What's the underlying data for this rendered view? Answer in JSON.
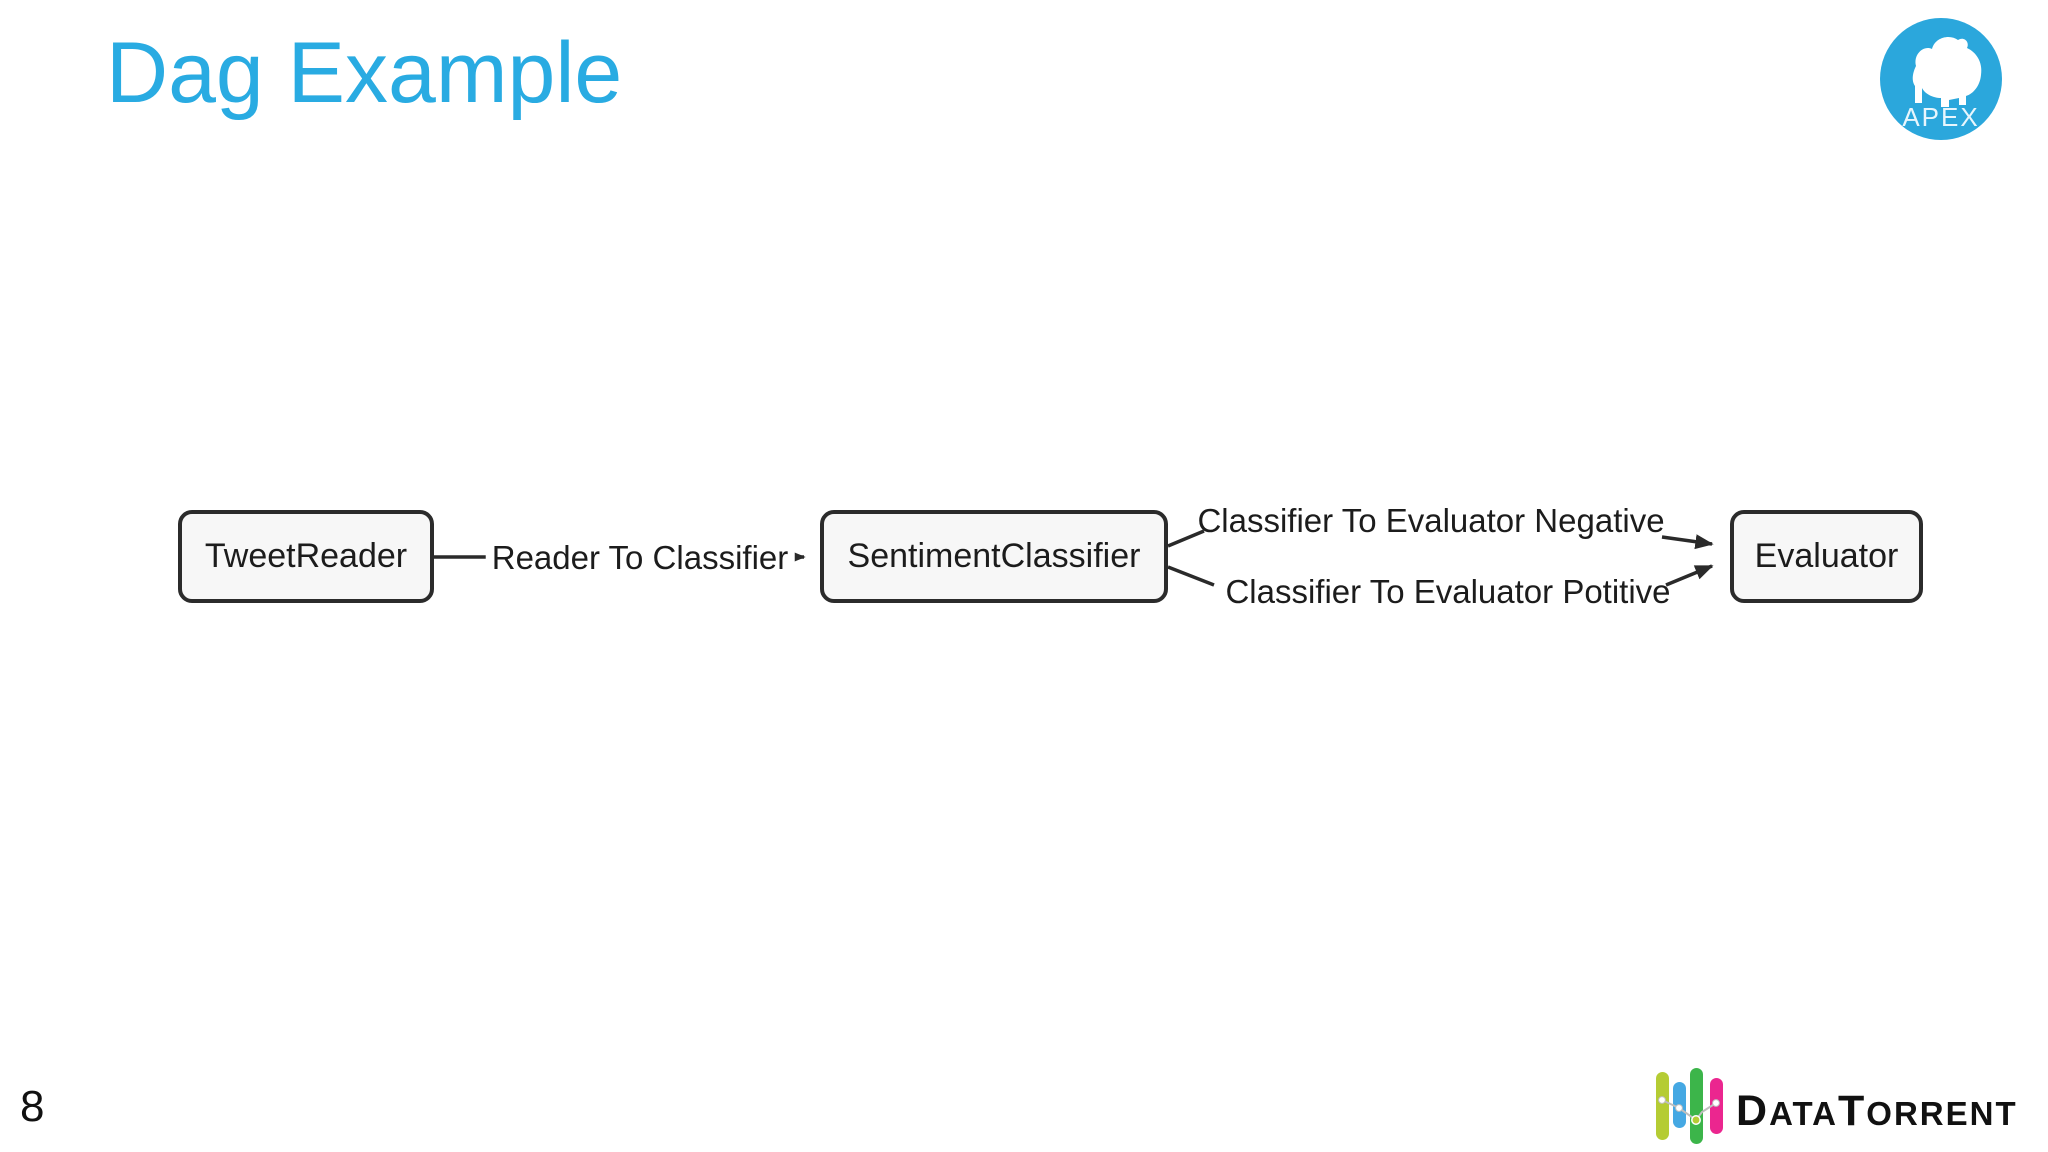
{
  "slide": {
    "title": "Dag Example",
    "page_number": "8"
  },
  "apex_logo": {
    "label": "APEX",
    "circle_color": "#2BA7DC"
  },
  "datatorrent_logo": {
    "word_d": "D",
    "word_ata": "ATA",
    "word_t": "T",
    "word_orrent": "ORRENT",
    "bar_colors": [
      "#B5CC34",
      "#45A8E3",
      "#3CB54A",
      "#EB268F"
    ]
  },
  "diagram": {
    "nodes": [
      {
        "id": "tweet-reader",
        "label": "TweetReader"
      },
      {
        "id": "sentiment-classifier",
        "label": "SentimentClassifier"
      },
      {
        "id": "evaluator",
        "label": "Evaluator"
      }
    ],
    "edges": [
      {
        "id": "reader-to-classifier",
        "from": "TweetReader",
        "to": "SentimentClassifier",
        "label": "Reader To Classifier"
      },
      {
        "id": "classifier-to-evaluator-negative",
        "from": "SentimentClassifier",
        "to": "Evaluator",
        "label": "Classifier To Evaluator Negative"
      },
      {
        "id": "classifier-to-evaluator-positive",
        "from": "SentimentClassifier",
        "to": "Evaluator",
        "label": "Classifier To Evaluator Potitive"
      }
    ],
    "node_fill": "#f7f7f7",
    "node_border": "#2b2b2b",
    "edge_color": "#2a2a2a"
  },
  "colors": {
    "title_accent": "#29ABE2",
    "background": "#ffffff"
  }
}
